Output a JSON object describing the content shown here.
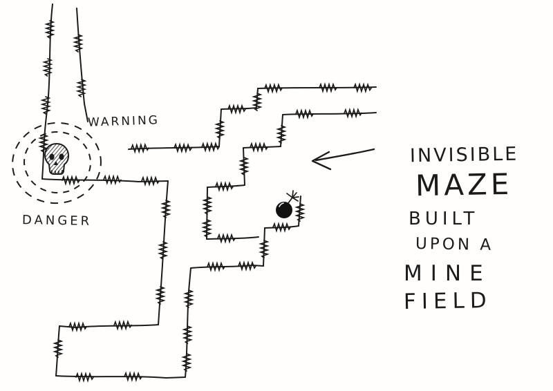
{
  "drawing": {
    "labels": {
      "warning": "WARNING",
      "danger": "DANGER"
    },
    "caption": {
      "invisible": "INVISIBLE",
      "maze": "MAZE",
      "built": "BUILT",
      "upon_a": "UPON A",
      "mine": "MINE",
      "field": "FIELD"
    },
    "icons": {
      "skull": "skull-icon",
      "mine_bomb": "mine-bomb-icon",
      "arrow": "left-arrow-icon",
      "hazard_zone": "dashed-double-circle"
    },
    "colors": {
      "ink": "#1b1b1b",
      "paper": "#fffefd"
    }
  }
}
